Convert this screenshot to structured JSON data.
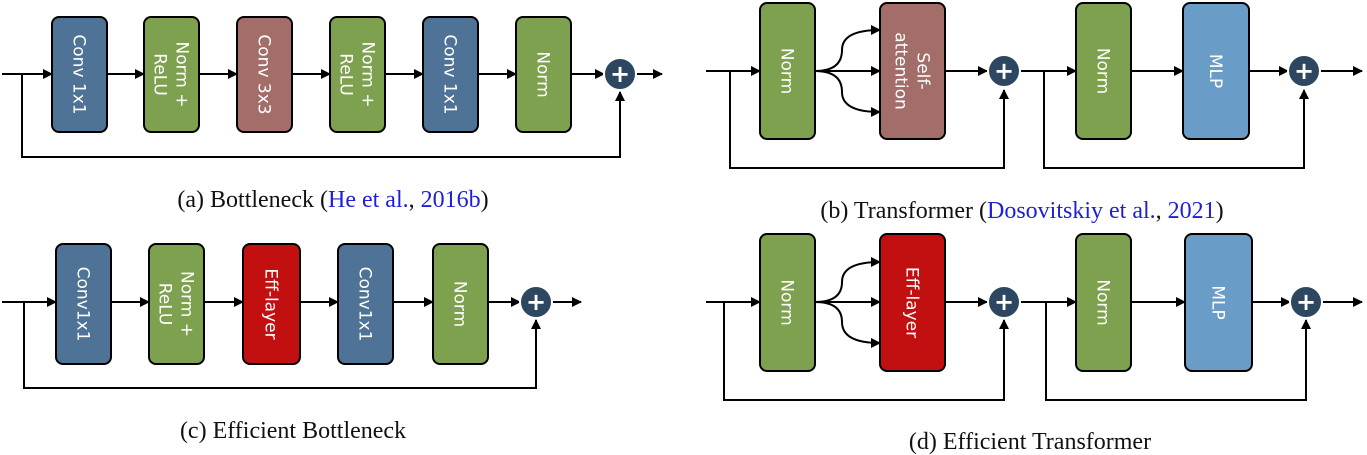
{
  "colors": {
    "conv": "#4e7396",
    "norm": "#7ea14f",
    "conv3x3": "#a36d6a",
    "eff": "#c20f0f",
    "mlp": "#6a9cc8",
    "add": "#2d4760",
    "line": "#000000",
    "cite": "#1f1fd8"
  },
  "plus_symbol": "+",
  "panels": {
    "a": {
      "blocks": [
        {
          "label": "Conv 1x1",
          "kind": "conv"
        },
        {
          "label": "Norm + ReLU",
          "kind": "norm"
        },
        {
          "label": "Conv 3x3",
          "kind": "conv3x3"
        },
        {
          "label": "Norm + ReLU",
          "kind": "norm"
        },
        {
          "label": "Conv 1x1",
          "kind": "conv"
        },
        {
          "label": "Norm",
          "kind": "norm"
        }
      ],
      "caption": {
        "prefix": "(a) Bottleneck (",
        "cite_author": "He et al.",
        "sep": ", ",
        "cite_year": "2016b",
        "suffix": ")"
      }
    },
    "b": {
      "blocks": [
        {
          "label": "Norm",
          "kind": "norm"
        },
        {
          "label": "Self-attention",
          "kind": "conv3x3"
        },
        {
          "label": "Norm",
          "kind": "norm"
        },
        {
          "label": "MLP",
          "kind": "mlp"
        }
      ],
      "caption": {
        "prefix": "(b) Transformer (",
        "cite_author": "Dosovitskiy et al.",
        "sep": ", ",
        "cite_year": "2021",
        "suffix": ")"
      }
    },
    "c": {
      "blocks": [
        {
          "label": "Conv1x1",
          "kind": "conv"
        },
        {
          "label": "Norm + ReLU",
          "kind": "norm"
        },
        {
          "label": "Eff-layer",
          "kind": "eff"
        },
        {
          "label": "Conv1x1",
          "kind": "conv"
        },
        {
          "label": "Norm",
          "kind": "norm"
        }
      ],
      "caption": {
        "text": "(c) Efficient Bottleneck"
      }
    },
    "d": {
      "blocks": [
        {
          "label": "Norm",
          "kind": "norm"
        },
        {
          "label": "Eff-layer",
          "kind": "eff"
        },
        {
          "label": "Norm",
          "kind": "norm"
        },
        {
          "label": "MLP",
          "kind": "mlp"
        }
      ],
      "caption": {
        "text": "(d) Efficient Transformer"
      }
    }
  }
}
